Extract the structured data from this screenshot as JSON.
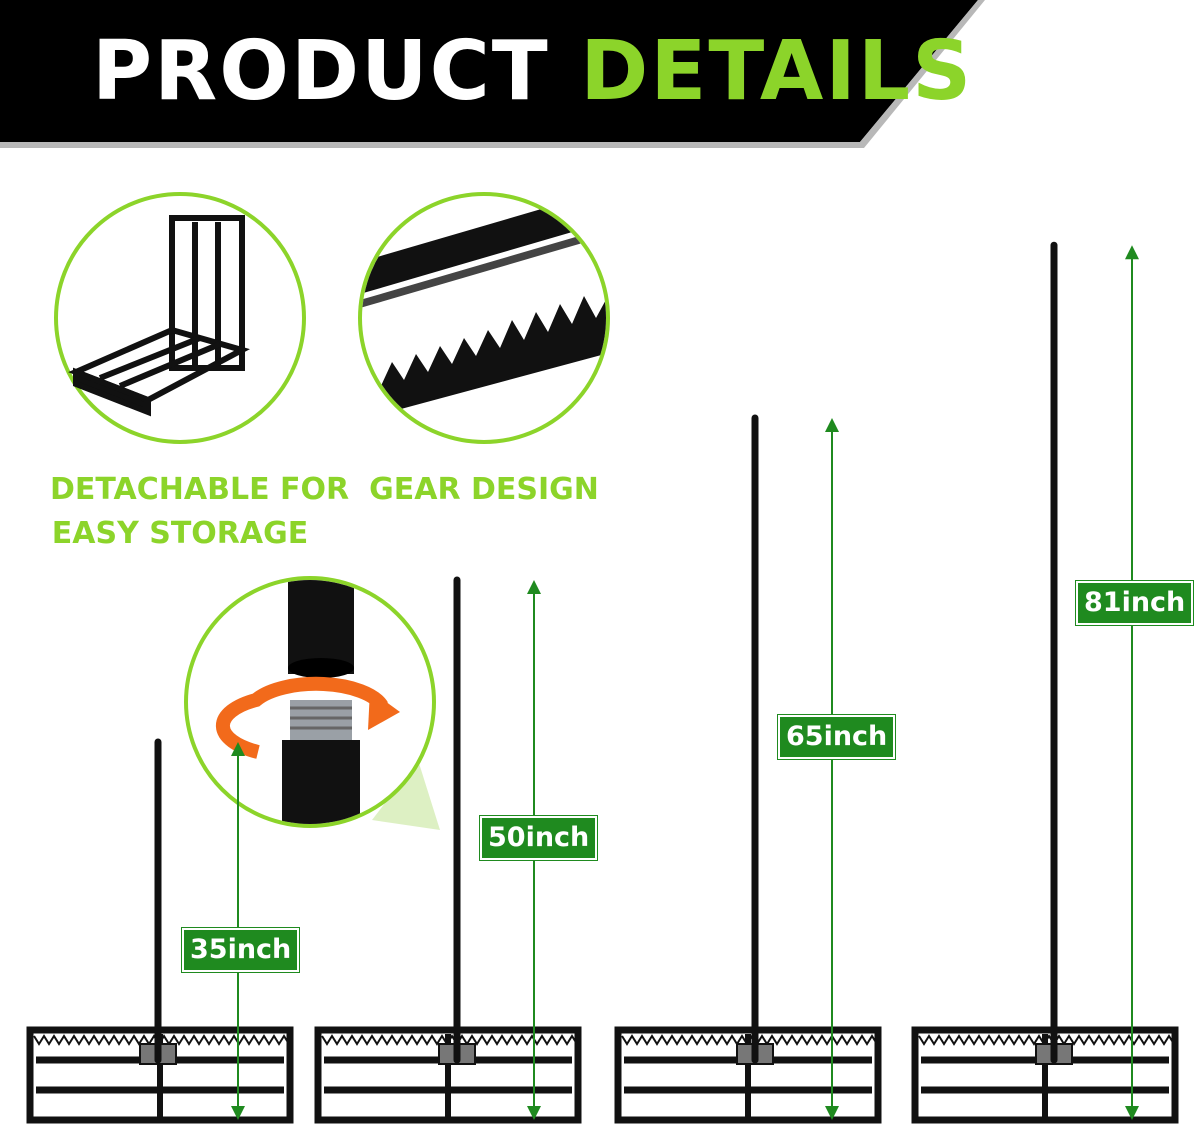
{
  "header": {
    "title_part1": "PRODUCT",
    "title_part2": "DETAILS"
  },
  "features": [
    {
      "label_line1": "DETACHABLE FOR",
      "label_line2": "EASY STORAGE"
    },
    {
      "label_line1": "GEAR DESIGN"
    }
  ],
  "dimensions": [
    {
      "label": "35inch",
      "height_in": 35
    },
    {
      "label": "50inch",
      "height_in": 50
    },
    {
      "label": "65inch",
      "height_in": 65
    },
    {
      "label": "81inch",
      "height_in": 81
    }
  ],
  "colors": {
    "accent": "#8cd42a",
    "dimension_green": "#1f8a1f",
    "banner_black": "#000000",
    "rotation_arrow": "#f26a1b"
  }
}
